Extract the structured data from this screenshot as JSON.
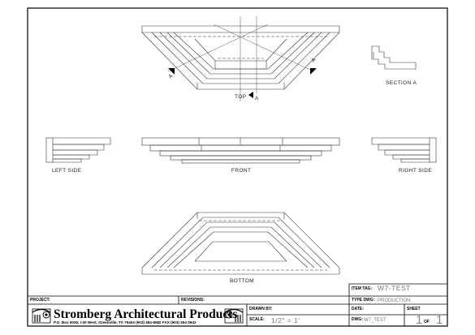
{
  "views": {
    "top": "TOP",
    "section_marker": "A",
    "section_a": "SECTION A",
    "left_side": "LEFT SIDE",
    "front": "FRONT",
    "right_side": "RIGHT SIDE",
    "bottom": "BOTTOM"
  },
  "title_block": {
    "project_label": "PROJECT:",
    "revisions_label": "REVISIONS:",
    "item_tag_label": "ITEM TAG:",
    "item_tag_value": "W7-TEST",
    "type_dwg_label": "TYPE DWG:",
    "type_dwg_value": "PRODUCTION",
    "company_name": "Stromberg Architectural Products",
    "company_address": "P.O. Box 6036, I-30 West, Greenville, TX 75404  (903) 454-8682  FAX (903) 454-3642",
    "drawn_by_label": "DRAWN BY:",
    "scale_label": "SCALE:",
    "scale_value": "1/2\" = 1'",
    "date_label": "DATE:",
    "dwg_label": "DWG:",
    "dwg_value": "W7_TEST",
    "sheet_label": "SHEET",
    "sheet_number": "1",
    "of_label": "OF",
    "sheet_total": "1"
  }
}
